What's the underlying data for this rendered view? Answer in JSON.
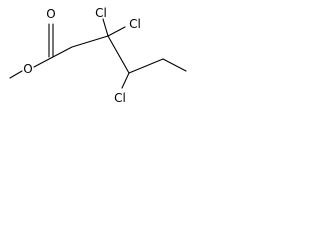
{
  "structure": {
    "atom_labels": {
      "carbonyl_oxygen": "O",
      "ester_oxygen": "O",
      "chlorine_a": "Cl",
      "chlorine_b": "Cl",
      "chlorine_c": "Cl"
    }
  }
}
